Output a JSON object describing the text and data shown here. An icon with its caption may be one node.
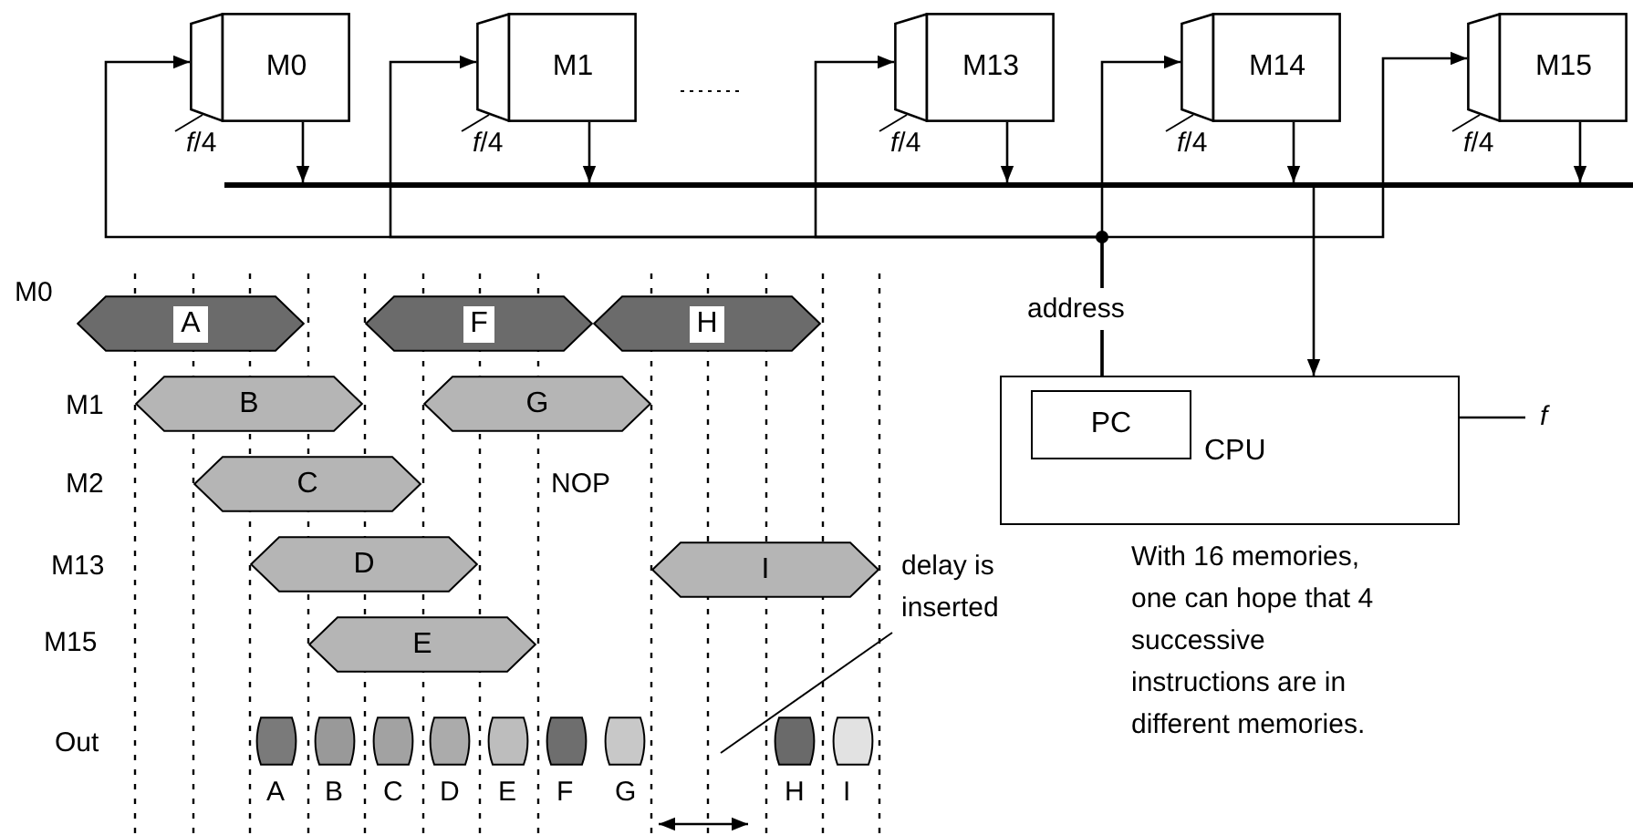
{
  "diagram": {
    "nodes": [
      {
        "text": [
          "M0"
        ],
        "beside": [
          "*f*/4"
        ]
      },
      {
        "text": [
          "M1"
        ],
        "beside": [
          "*f*/4"
        ]
      },
      {
        "text": [
          "M13"
        ],
        "beside": [
          "*f*/4"
        ]
      },
      {
        "text": [
          "M14"
        ],
        "beside": [
          "*f*/4"
        ]
      },
      {
        "text": [
          "M15"
        ],
        "beside": [
          "*f*/4"
        ]
      },
      {
        "text": [],
        "shape": "bar"
      },
      {
        "text": [
          "CPU"
        ],
        "beside": [
          "f"
        ]
      },
      {
        "text": [
          "PC"
        ],
        "in": 6
      },
      {
        "text": [
          "A"
        ]
      },
      {
        "text": [
          "F"
        ]
      },
      {
        "text": [
          "H"
        ]
      },
      {
        "text": [
          "B"
        ]
      },
      {
        "text": [
          "G"
        ]
      },
      {
        "text": [
          "C"
        ]
      },
      {
        "text": [
          "D"
        ]
      },
      {
        "text": [
          "I"
        ]
      },
      {
        "text": [
          "E"
        ]
      },
      {
        "text": [
          "delay is inserted"
        ]
      },
      {
        "text": [],
        "shape": "box",
        "beside": [
          "A"
        ]
      },
      {
        "text": [],
        "shape": "box",
        "beside": [
          "B"
        ]
      },
      {
        "text": [],
        "shape": "box",
        "beside": [
          "C"
        ]
      },
      {
        "text": [],
        "shape": "box",
        "beside": [
          "D"
        ]
      },
      {
        "text": [],
        "shape": "box",
        "beside": [
          "E"
        ]
      },
      {
        "text": [],
        "shape": "box",
        "beside": [
          "F"
        ]
      },
      {
        "text": [],
        "shape": "box",
        "beside": [
          "G"
        ]
      },
      {
        "text": [],
        "shape": "box",
        "beside": [
          "H"
        ]
      },
      {
        "text": [],
        "shape": "box",
        "beside": [
          "I"
        ]
      }
    ],
    "edges": [
      {
        "from": 0,
        "to": 5,
        "arrow": "to"
      },
      {
        "from": 1,
        "to": 5,
        "arrow": "to"
      },
      {
        "from": 2,
        "to": 5,
        "arrow": "to"
      },
      {
        "from": 3,
        "to": 5,
        "arrow": "to"
      },
      {
        "from": 4,
        "to": 5,
        "arrow": "to"
      },
      {
        "from": 5,
        "to": 6,
        "arrow": "to"
      },
      {
        "from": 7,
        "to": 0,
        "arrow": "to"
      },
      {
        "from": 7,
        "to": 1,
        "arrow": "to"
      },
      {
        "from": 7,
        "to": 2,
        "arrow": "to"
      },
      {
        "from": 7,
        "to": 3,
        "arrow": "to"
      },
      {
        "from": 7,
        "to": 4,
        "arrow": "to"
      },
      {
        "from": 17,
        "to": null,
        "arrow": "none"
      }
    ],
    "labels": [
      "address",
      "M0",
      "M1",
      "M2",
      "M13",
      "M15",
      "Out",
      "NOP",
      "With 16 memories, one can hope that 4 successive instructions are in different memories."
    ]
  }
}
